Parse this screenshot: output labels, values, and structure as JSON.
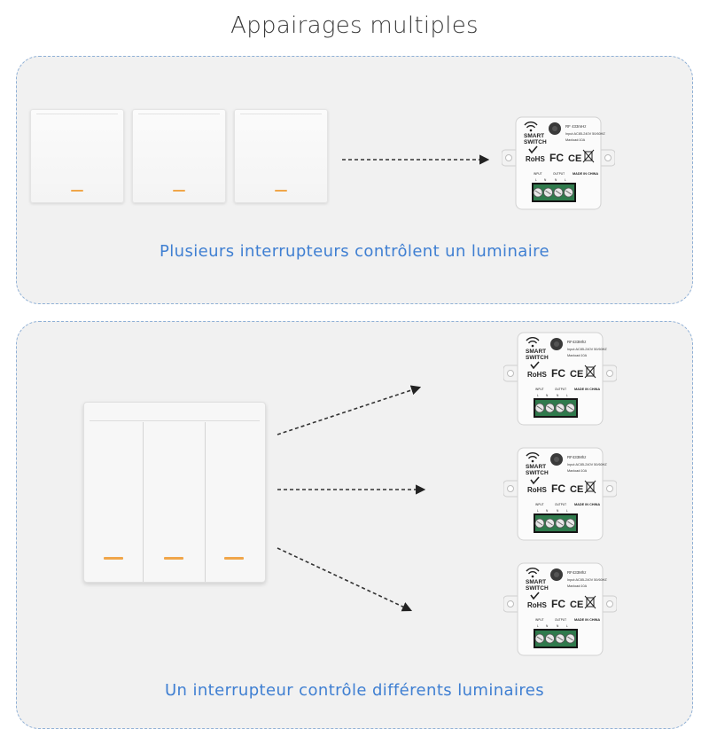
{
  "title": "Appairages multiples",
  "top_section": {
    "caption": "Plusieurs interrupteurs contrôlent un luminaire",
    "switch_count": 3
  },
  "bottom_section": {
    "caption": "Un interrupteur contrôle différents luminaires",
    "module_count": 3
  },
  "module_labels": {
    "smart": "SMART",
    "switch": "SWITCH",
    "rf": "RF 433mHz",
    "rf_alt": "RF433Mhz",
    "input": "Input:AC85-240V 50/60HZ",
    "maxload": "Maxload:10A",
    "rohs": "RoHS",
    "fc": "FC",
    "ce": "CE",
    "made_in": "MADE IN CHINA",
    "input_label": "INPUT",
    "output_label": "OUTPUT",
    "L": "L",
    "N": "N"
  },
  "colors": {
    "caption": "#3f7fd2",
    "panel_border": "#8fb0d6",
    "terminal": "#2f7a4c",
    "led": "#f0a64a"
  }
}
